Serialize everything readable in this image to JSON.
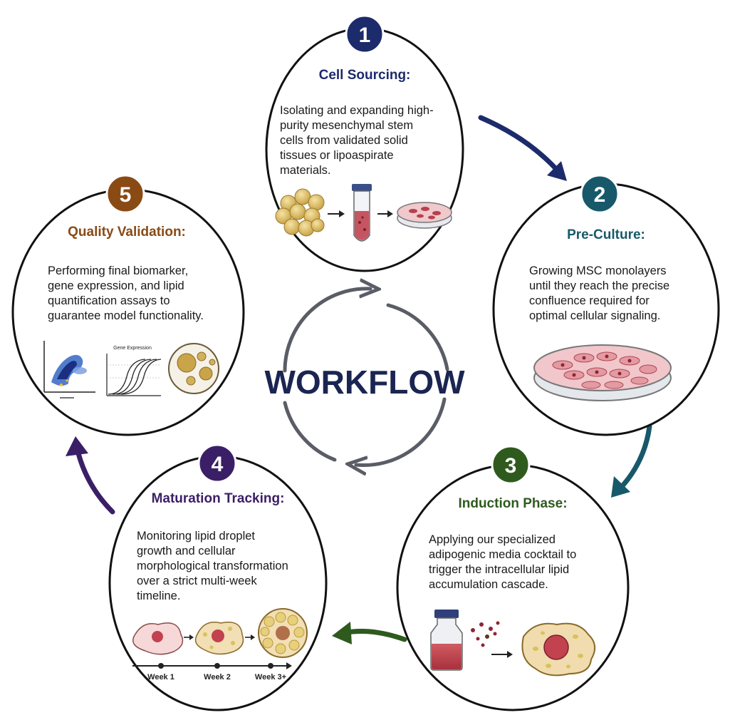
{
  "center_label": "WORKFLOW",
  "steps": [
    {
      "number": "1",
      "title": "Cell Sourcing:",
      "text": [
        "Isolating and expanding high-",
        "purity mesenchymal stem",
        "cells from validated solid",
        "tissues or lipoaspirate",
        "materials."
      ],
      "color": "#1c2b6b"
    },
    {
      "number": "2",
      "title": "Pre-Culture:",
      "text": [
        "Growing MSC monolayers",
        "until they reach the precise",
        "confluence required for",
        "optimal cellular signaling."
      ],
      "color": "#17596a"
    },
    {
      "number": "3",
      "title": "Induction Phase:",
      "text": [
        "Applying our specialized",
        "adipogenic media cocktail to",
        "trigger the intracellular lipid",
        "accumulation cascade."
      ],
      "color": "#2f5a1e"
    },
    {
      "number": "4",
      "title": "Maturation Tracking:",
      "text": [
        "Monitoring lipid droplet",
        "growth and cellular",
        "morphological transformation",
        "over a strict multi-week",
        "timeline."
      ],
      "color": "#3b1f66",
      "timeline": [
        "Week 1",
        "Week 2",
        "Week 3+"
      ]
    },
    {
      "number": "5",
      "title": "Quality Validation:",
      "text": [
        "Performing final biomarker,",
        "gene expression, and lipid",
        "quantification assays to",
        "guarantee model functionality."
      ],
      "color": "#8a4a14",
      "chart_caption": "Gene Expression"
    }
  ]
}
